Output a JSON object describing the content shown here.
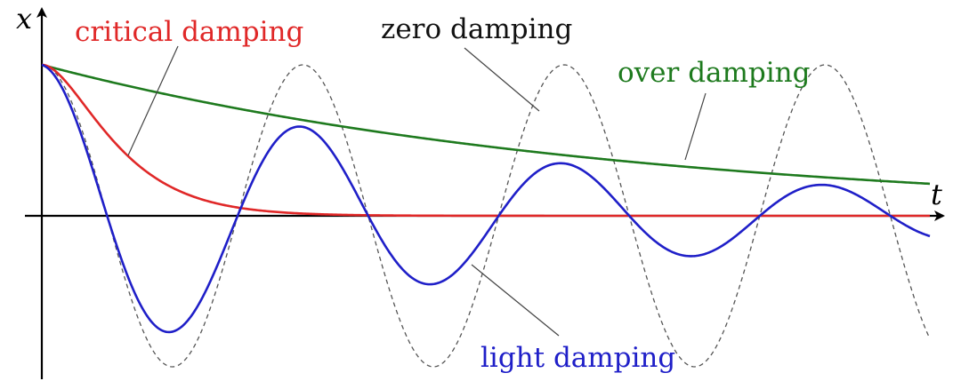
{
  "chart_data": {
    "type": "line",
    "title": "",
    "xlabel": "t",
    "ylabel": "x",
    "grid": false,
    "xlim": [
      0,
      1
    ],
    "ylim": [
      -1,
      1
    ],
    "series": [
      {
        "name": "zero damping",
        "color": "#555555",
        "style": "dashed",
        "equation": "x = cos(2*pi*t/period)",
        "amplitude": 1.0,
        "period": 0.294,
        "decay": 0.0
      },
      {
        "name": "light damping",
        "color": "#1f1fc8",
        "style": "solid",
        "equation": "x = exp(-decay*t) * cos(2*pi*t/period)",
        "amplitude": 1.0,
        "period": 0.294,
        "decay": 1.8
      },
      {
        "name": "critical damping",
        "color": "#e02828",
        "style": "solid",
        "equation": "x = (1 + k*t) * exp(-k*t)",
        "k": 21.0
      },
      {
        "name": "over damping",
        "color": "#1e7a1e",
        "style": "solid",
        "equation": "x = exp(-decay*t)",
        "decay": 1.55
      }
    ]
  }
}
